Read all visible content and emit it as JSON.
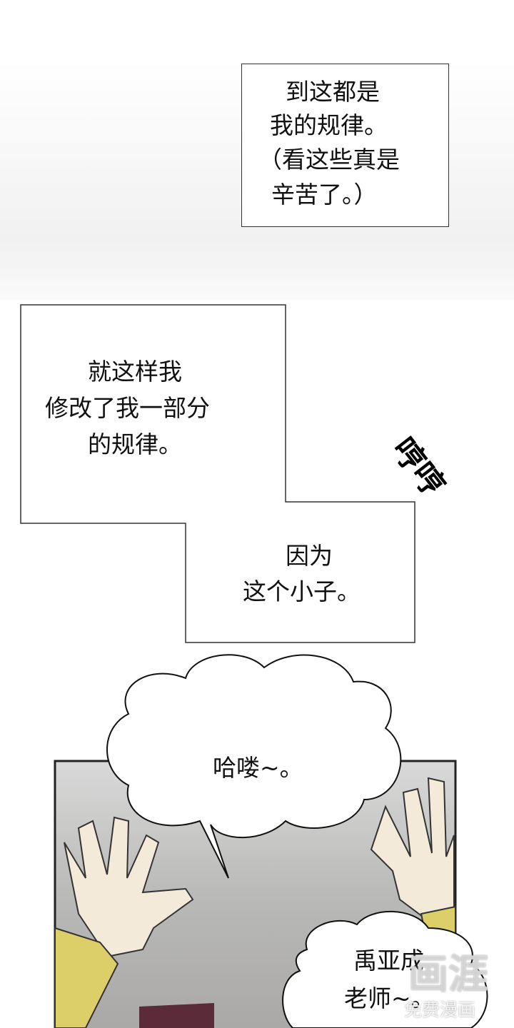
{
  "captions": {
    "first": [
      "到这都是",
      "我的规律。",
      "（看这些真是",
      "辛苦了。）"
    ],
    "second": [
      "就这样我",
      "修改了我一部分",
      "的规律。"
    ],
    "third": [
      "因为",
      "这个小子。"
    ]
  },
  "sfx": "哼哼",
  "bubbles": {
    "hello": "哈喽~。",
    "teacher": [
      "禹亚成",
      "老师~。"
    ]
  },
  "watermark": {
    "logo": "画涯",
    "text": "免费漫画"
  }
}
